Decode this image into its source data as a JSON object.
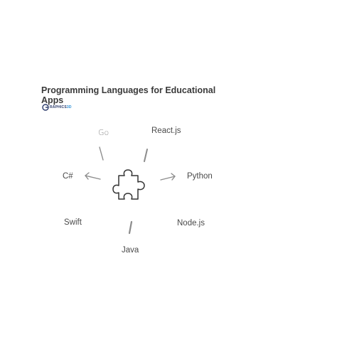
{
  "title": "Programming Languages for Educational Apps",
  "brand": {
    "letter": "G",
    "name_main": "RAPHICS",
    "name_accent": "3D"
  },
  "center_icon": "puzzle-piece-icon",
  "languages": {
    "go": "Go",
    "react": "React.js",
    "csharp": "C#",
    "python": "Python",
    "swift": "Swift",
    "node": "Node.js",
    "java": "Java"
  },
  "colors": {
    "text": "#4a4a4a",
    "title": "#3a3a3a",
    "connector": "#8c8c8c",
    "icon": "#333333"
  }
}
